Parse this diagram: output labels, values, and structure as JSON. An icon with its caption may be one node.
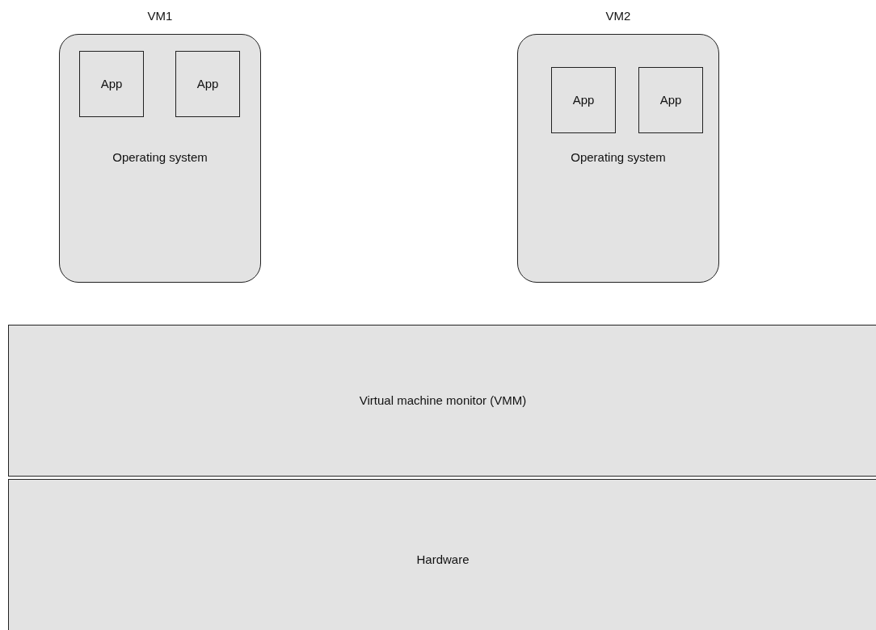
{
  "diagram": {
    "nodes": [
      {
        "text": [
          "VM1",
          "Operating system"
        ]
      },
      {
        "text": [
          "App"
        ],
        "in": 0
      },
      {
        "text": [
          "App"
        ],
        "in": 0
      },
      {
        "text": [
          "VM2",
          "Operating system"
        ]
      },
      {
        "text": [
          "App"
        ],
        "in": 3
      },
      {
        "text": [
          "App"
        ],
        "in": 3
      },
      {
        "text": [
          "Virtual machine monitor (VMM)"
        ]
      },
      {
        "text": [
          "Hardware"
        ]
      }
    ]
  }
}
